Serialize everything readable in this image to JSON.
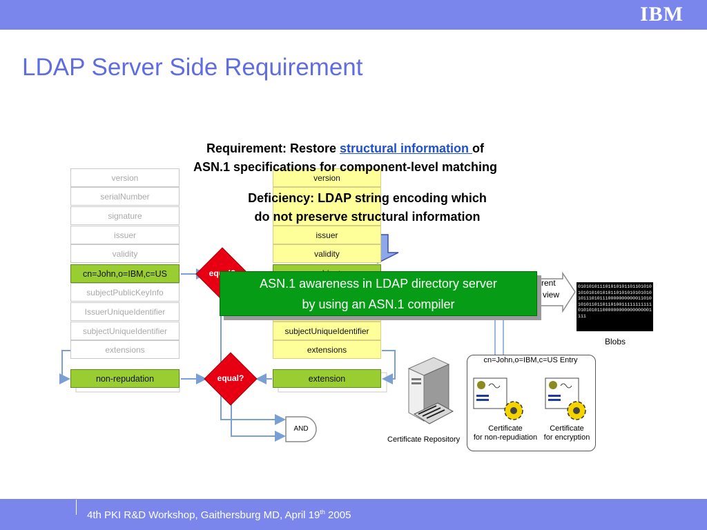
{
  "header": {
    "logo": "IBM"
  },
  "title": "LDAP Server Side Requirement",
  "requirement": {
    "prefix": "Requirement: Restore ",
    "link": "structural information ",
    "suffix": "of",
    "line2": "ASN.1 specifications for component-level matching"
  },
  "deficiency": {
    "line1": "Deficiency: LDAP string encoding which",
    "line2": "do not preserve structural information"
  },
  "asn_box": {
    "line1": "ASN.1 awareness in LDAP directory server",
    "line2": "by using  an ASN.1 compiler"
  },
  "left_fields": [
    "version",
    "serialNumber",
    "signature",
    "issuer",
    "validity",
    "cn=John,o=IBM,c=US",
    "subjectPublicKeyInfo",
    "IssuerUniqueIdentifier",
    "subjectUniqueIdentifier",
    "extensions"
  ],
  "right_fields": [
    "version",
    "issuer",
    "validity",
    "subject",
    "subjectUniqueIdentifier",
    "extensions"
  ],
  "left_extension": "non-repudation",
  "right_extension": "extension",
  "equal_label": "equal?",
  "and_label": "AND",
  "partial_text": {
    "a": "rent",
    "b": "view"
  },
  "blob_bits": "010101011101010101101101010101010101010110101010101010101110101110000000000011010101011011011010011111111111010101011000000000000000001111",
  "blobs_label": "Blobs",
  "entry_title": "cn=John,o=IBM,c=US Entry",
  "cert1": {
    "line1": "Certificate",
    "line2": "for non-repudiation"
  },
  "cert2": {
    "line1": "Certificate",
    "line2": "for encryption"
  },
  "repository_label": "Certificate Repository",
  "footer": {
    "prefix": "4th PKI R&D Workshop, Gaithersburg MD, April 19",
    "sup": "th",
    "suffix": " 2005"
  },
  "colors": {
    "accent": "#7b86ec",
    "title": "#5f6ddf",
    "green": "#079c16",
    "field_green": "#9acd31",
    "yellow": "#ffff99",
    "diamond": "#e60012"
  }
}
